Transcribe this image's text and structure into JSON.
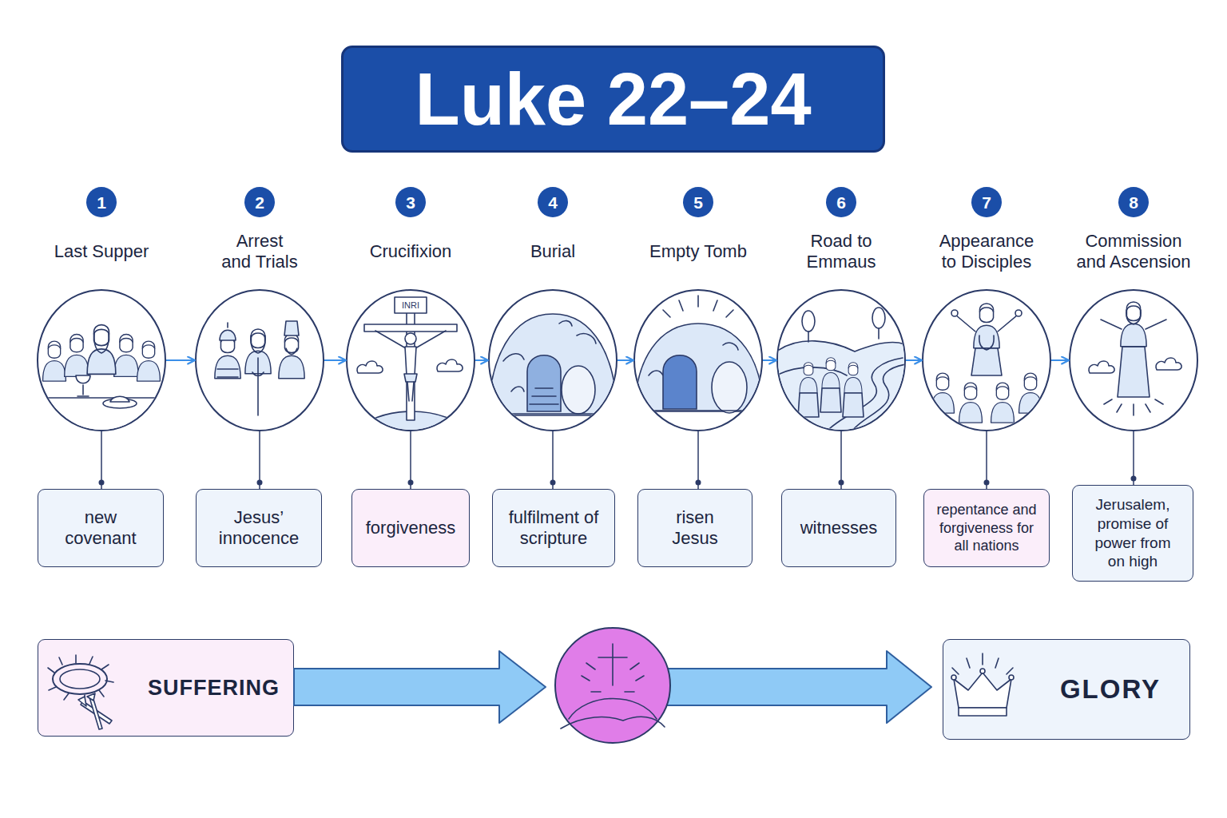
{
  "diagram": {
    "title": "Luke 22–24",
    "nodes": [
      {
        "text": [
          "Last Supper"
        ]
      },
      {
        "text": [
          "Arrest and Trials"
        ]
      },
      {
        "text": [
          "Crucifixion"
        ]
      },
      {
        "text": [
          "Burial"
        ]
      },
      {
        "text": [
          "Empty Tomb"
        ]
      },
      {
        "text": [
          "Road to Emmaus"
        ]
      },
      {
        "text": [
          "Appearance to Disciples"
        ]
      },
      {
        "text": [
          "Commission and Ascension"
        ]
      },
      {
        "text": [
          "new covenant"
        ]
      },
      {
        "text": [
          "Jesus’ innocence"
        ]
      },
      {
        "text": [
          "forgiveness"
        ]
      },
      {
        "text": [
          "fulfilment of scripture"
        ]
      },
      {
        "text": [
          "risen Jesus"
        ]
      },
      {
        "text": [
          "witnesses"
        ]
      },
      {
        "text": [
          "repentance and forgiveness for all nations"
        ]
      },
      {
        "text": [
          "Jerusalem, promise of power from on high"
        ]
      },
      {
        "text": [
          "SUFFERING"
        ]
      },
      {
        "text": [
          "GLORY"
        ]
      }
    ],
    "edges": [
      {
        "from": 0,
        "to": 1,
        "arrow": "to"
      },
      {
        "from": 1,
        "to": 2,
        "arrow": "to"
      },
      {
        "from": 2,
        "to": 3,
        "arrow": "to"
      },
      {
        "from": 3,
        "to": 4,
        "arrow": "to"
      },
      {
        "from": 4,
        "to": 5,
        "arrow": "to"
      },
      {
        "from": 5,
        "to": 6,
        "arrow": "to"
      },
      {
        "from": 6,
        "to": 7,
        "arrow": "to"
      },
      {
        "from": 0,
        "to": 8,
        "arrow": "none"
      },
      {
        "from": 1,
        "to": 9,
        "arrow": "none"
      },
      {
        "from": 2,
        "to": 10,
        "arrow": "none"
      },
      {
        "from": 3,
        "to": 11,
        "arrow": "none"
      },
      {
        "from": 4,
        "to": 12,
        "arrow": "none"
      },
      {
        "from": 5,
        "to": 13,
        "arrow": "none"
      },
      {
        "from": 6,
        "to": 14,
        "arrow": "none"
      },
      {
        "from": 7,
        "to": 15,
        "arrow": "none"
      }
    ],
    "labels": [
      "1",
      "2",
      "3",
      "4",
      "5",
      "6",
      "7",
      "8",
      "INRI"
    ]
  }
}
